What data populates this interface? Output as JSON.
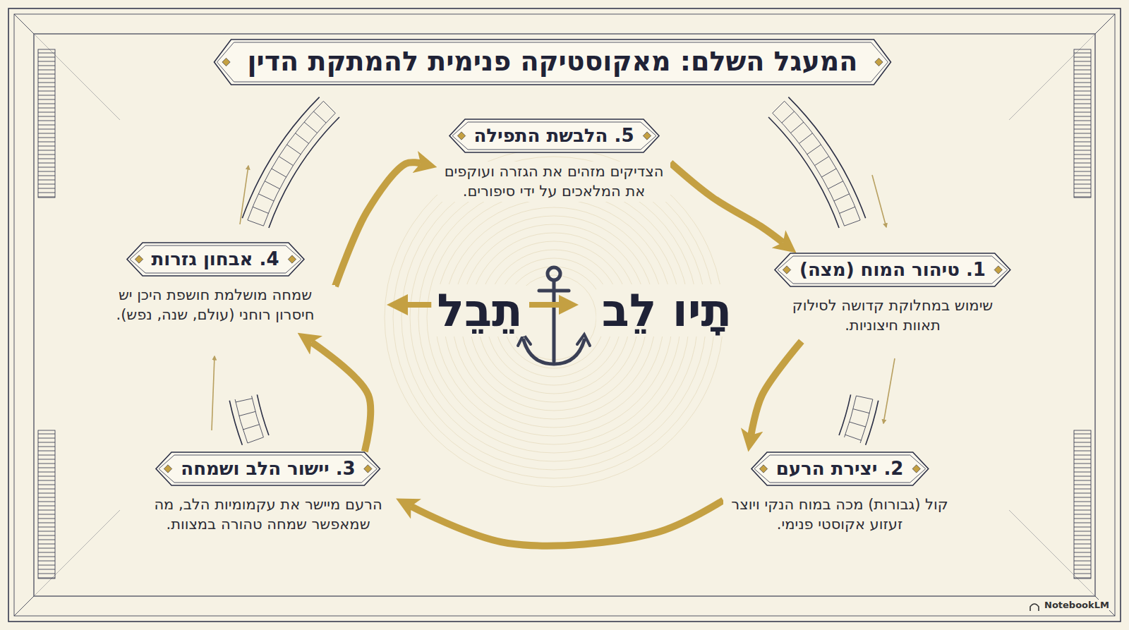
{
  "diagram": {
    "title": "המעגל השלם: מאקוסטיקה פנימית להמתקת הדין",
    "nodes": [
      {
        "text": [
          "1. טיהור המוח (מצה)",
          "שימוש במחלוקת קדושה לסילוק תאוות חיצוניות."
        ]
      },
      {
        "text": [
          "2. יצירת הרעם",
          "קול (גבורות) מכה במוח הנקי ויוצר זעזוע אקוסטי פנימי."
        ]
      },
      {
        "text": [
          "3. יישור הלב ושמחה",
          "הרעם מיישר את עקמומיות הלב, מה שמאפשר שמחה טהורה במצוות."
        ]
      },
      {
        "text": [
          "4. אבחון גזרות",
          "שמחה מושלמת חושפת היכן יש חיסרון רוחני (עולם, שנה, נפש)."
        ]
      },
      {
        "text": [
          "5. הלבשת התפילה",
          "הצדיקים מזהים את הגזרה ועוקפים את המלאכים על ידי סיפורים."
        ]
      }
    ],
    "edges": [
      {
        "from": 0,
        "to": 1,
        "arrow": "to"
      },
      {
        "from": 1,
        "to": 2,
        "arrow": "to"
      },
      {
        "from": 2,
        "to": 3,
        "arrow": "to"
      },
      {
        "from": 3,
        "to": 4,
        "arrow": "to"
      },
      {
        "from": 4,
        "to": 0,
        "arrow": "to"
      }
    ],
    "labels": [
      "תָיו לֵב",
      "תֵבֵל",
      "NotebookLM"
    ]
  }
}
